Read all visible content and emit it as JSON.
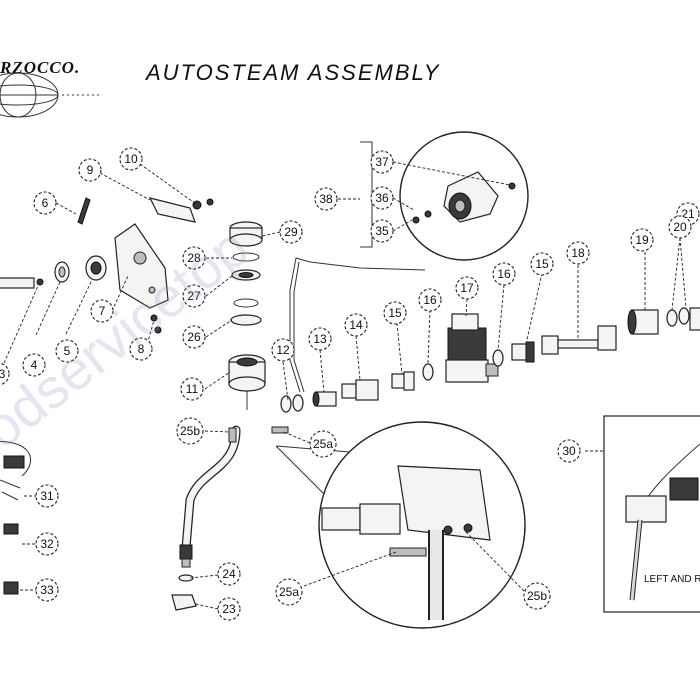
{
  "header": {
    "brand": "RZOCCO.",
    "title": "AUTOSTEAM ASSEMBLY"
  },
  "watermark": "odservicetop",
  "inset_caption": "LEFT AND R",
  "callouts": [
    "9",
    "10",
    "6",
    "37",
    "38",
    "36",
    "35",
    "29",
    "28",
    "27",
    "26",
    "21",
    "20",
    "19",
    "18",
    "17",
    "16",
    "15",
    "14",
    "13",
    "12",
    "11",
    "3",
    "4",
    "5",
    "7",
    "8",
    "25b",
    "25a",
    "30",
    "31",
    "32",
    "33",
    "24",
    "23"
  ]
}
